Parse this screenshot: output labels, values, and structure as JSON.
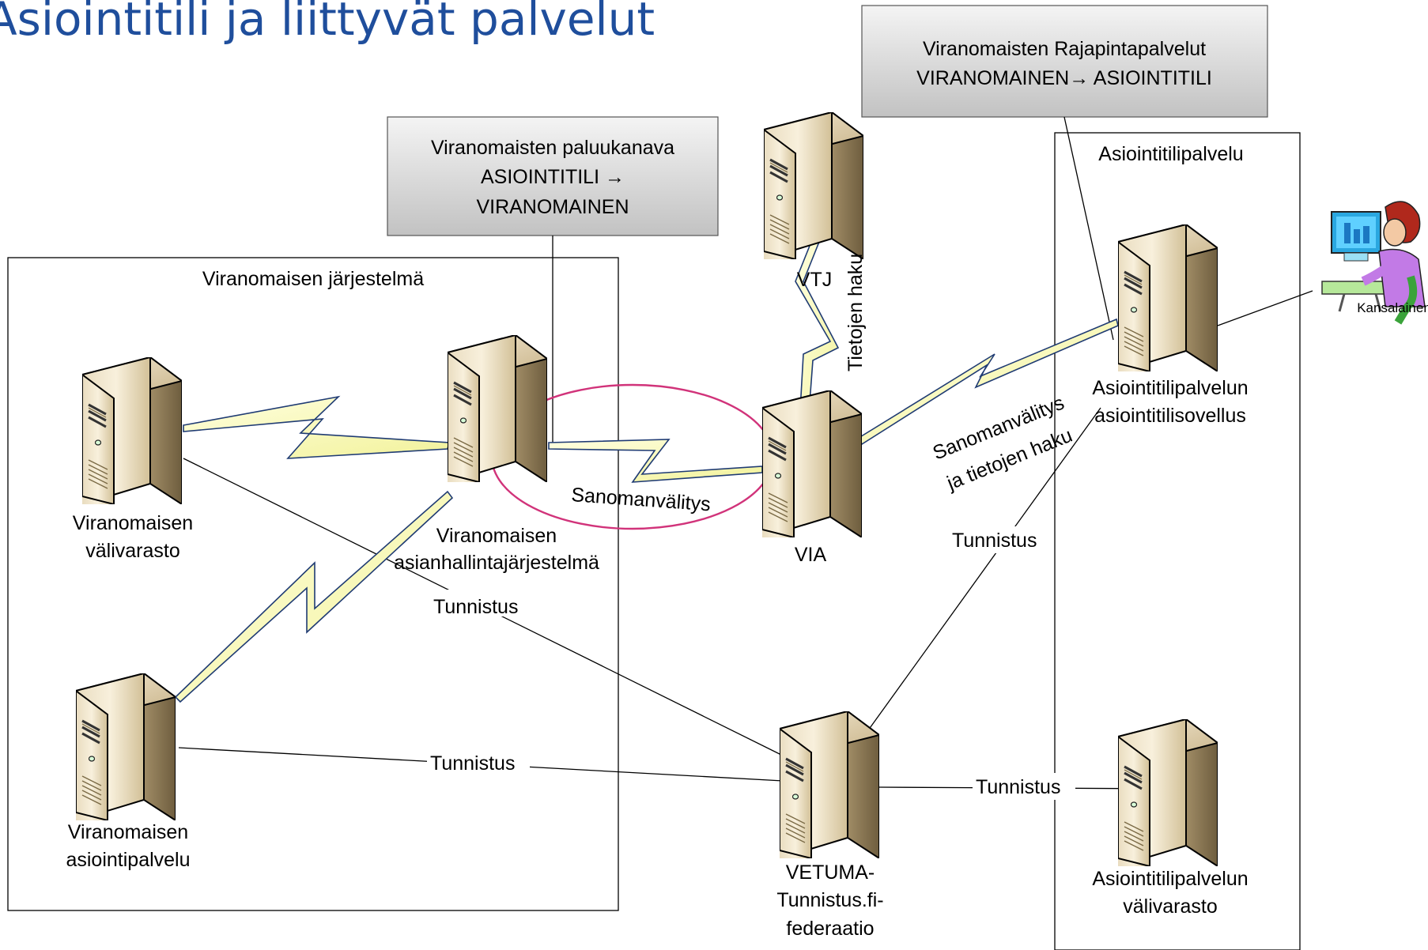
{
  "title": "Asiointitili ja liittyvät palvelut",
  "callouts": {
    "rajapinta": {
      "line1": "Viranomaisten Rajapintapalvelut",
      "line2": "VIRANOMAINEN→ ASIOINTITILI"
    },
    "paluukanava": {
      "line1": "Viranomaisten paluukanava",
      "line2": "ASIOINTITILI →",
      "line3": "VIRANOMAINEN"
    }
  },
  "groups": {
    "viranomainen": "Viranomaisen järjestelmä",
    "asiointitilipalvelu": "Asiointitilipalvelu"
  },
  "servers": {
    "valivarasto": {
      "line1": "Viranomaisen",
      "line2": "välivarasto"
    },
    "asianhallinta": {
      "line1": "Viranomaisen",
      "line2": "asianhallintajärjestelmä"
    },
    "asiointipalvelu": {
      "line1": "Viranomaisen",
      "line2": "asiointipalvelu"
    },
    "vtj": {
      "line1": "VTJ"
    },
    "via": {
      "line1": "VIA"
    },
    "vetuma": {
      "line1": "VETUMA-",
      "line2": "Tunnistus.fi-",
      "line3": "federaatio"
    },
    "asiointisovellus": {
      "line1": "Asiointitilipalvelun",
      "line2": "asiointitilisovellus"
    },
    "asiointivalivarasto": {
      "line1": "Asiointitilipalvelun",
      "line2": "välivarasto"
    }
  },
  "user": {
    "label": "Kansalainen"
  },
  "links": {
    "sanomanvalitys": "Sanomanvälitys",
    "tietojenHaku": "Tietojen haku",
    "sanomanvalitysHaku1": "Sanomanvälitys",
    "sanomanvalitysHaku2": "ja tietojen haku",
    "tunnistus1": "Tunnistus",
    "tunnistus2": "Tunnistus",
    "tunnistus3": "Tunnistus",
    "tunnistus4": "Tunnistus"
  },
  "colors": {
    "title": "#1f4e9c",
    "ellipse": "#d1337a",
    "bolt_fill": "#ffffcc",
    "bolt_stroke": "#1f3b73",
    "server_body": "#d8c8a4",
    "callout_fill": "#dcdcdc"
  }
}
